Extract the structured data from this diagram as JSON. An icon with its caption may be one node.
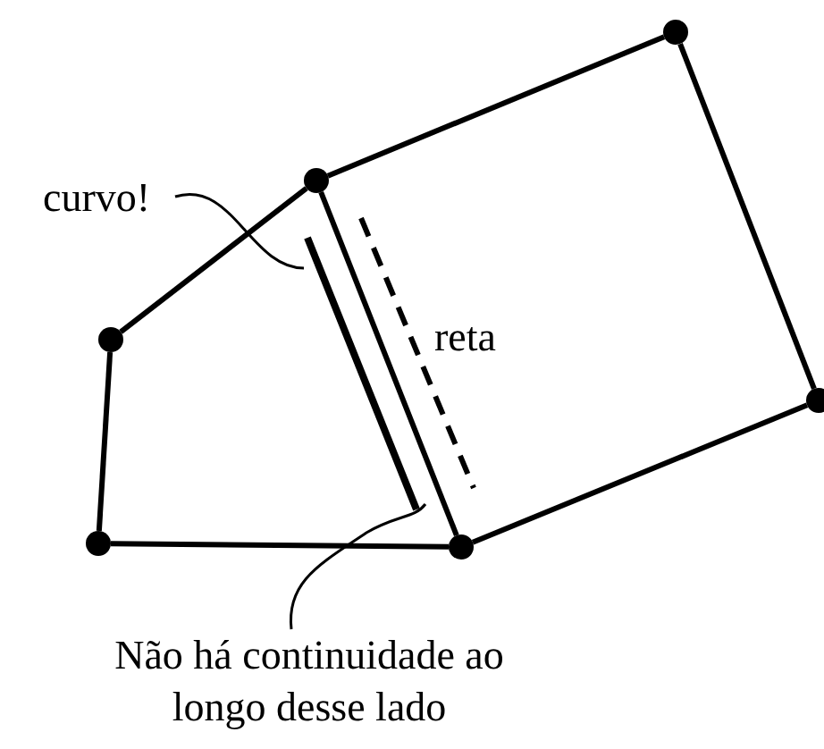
{
  "diagram": {
    "nodes": [
      {
        "text": [],
        "shape": "circle"
      },
      {
        "text": [],
        "shape": "circle"
      },
      {
        "text": [],
        "shape": "circle"
      },
      {
        "text": [],
        "shape": "circle"
      },
      {
        "text": [],
        "shape": "circle"
      },
      {
        "text": [],
        "shape": "circle"
      },
      {
        "text": [
          "curvo!"
        ]
      },
      {
        "text": [
          "Não há continuidade ao longo desse lado"
        ]
      }
    ],
    "edges": [
      {
        "from": 0,
        "to": 1,
        "arrow": "none"
      },
      {
        "from": 1,
        "to": 2,
        "arrow": "none"
      },
      {
        "from": 2,
        "to": 4,
        "arrow": "none"
      },
      {
        "from": 4,
        "to": 5,
        "arrow": "none"
      },
      {
        "from": 5,
        "to": 1,
        "arrow": "none"
      },
      {
        "from": 0,
        "to": 3,
        "arrow": "none"
      },
      {
        "from": 3,
        "to": 5,
        "arrow": "none"
      },
      {
        "from": 6,
        "to": null,
        "arrow": "none"
      },
      {
        "from": 7,
        "to": null,
        "arrow": "none"
      }
    ],
    "labels": [
      "reta"
    ]
  }
}
